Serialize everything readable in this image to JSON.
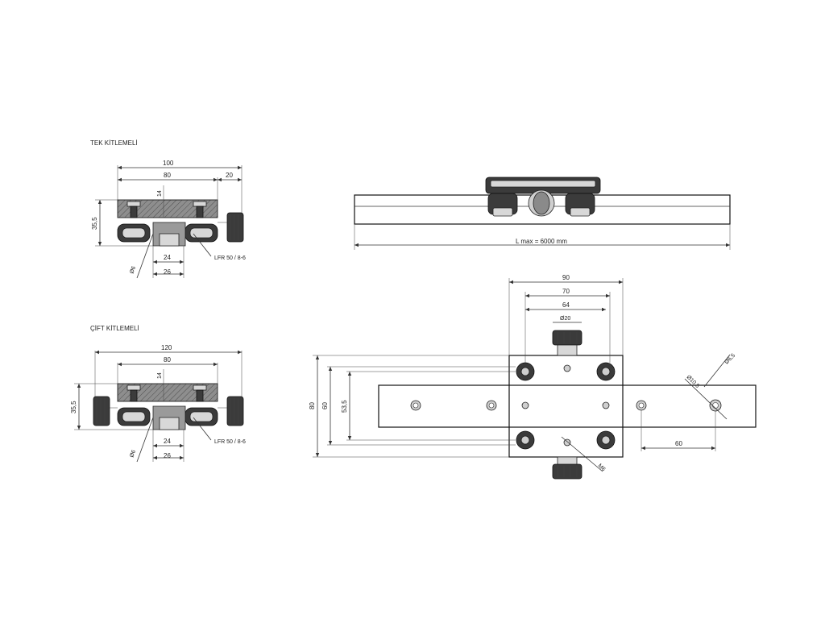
{
  "views": {
    "tek": {
      "title": "TEK KİTLEMELİ",
      "dim_total": "100",
      "dim_body": "80",
      "dim_knob": "20",
      "dim_height": "35,5",
      "dim_plate": "14",
      "dim_rail": "24",
      "dim_base": "26",
      "dim_diameter": "Ø6",
      "part_label": "LFR 50 / 8-6"
    },
    "cift": {
      "title": "ÇİFT KİTLEMELİ",
      "dim_total": "120",
      "dim_body": "80",
      "dim_height": "35,5",
      "dim_plate": "14",
      "dim_rail": "24",
      "dim_base": "26",
      "dim_diameter": "Ø6",
      "part_label": "LFR 50 / 8-6"
    },
    "side": {
      "length_label": "L max = 6000 mm"
    },
    "top": {
      "dim_90": "90",
      "dim_70": "70",
      "dim_64": "64",
      "dim_d20": "Ø20",
      "dim_80": "80",
      "dim_60v": "60",
      "dim_53": "53,5",
      "dim_d105": "Ø10,5",
      "dim_d65": "Ø6,5",
      "dim_60h": "60",
      "dim_m6": "M6"
    }
  }
}
